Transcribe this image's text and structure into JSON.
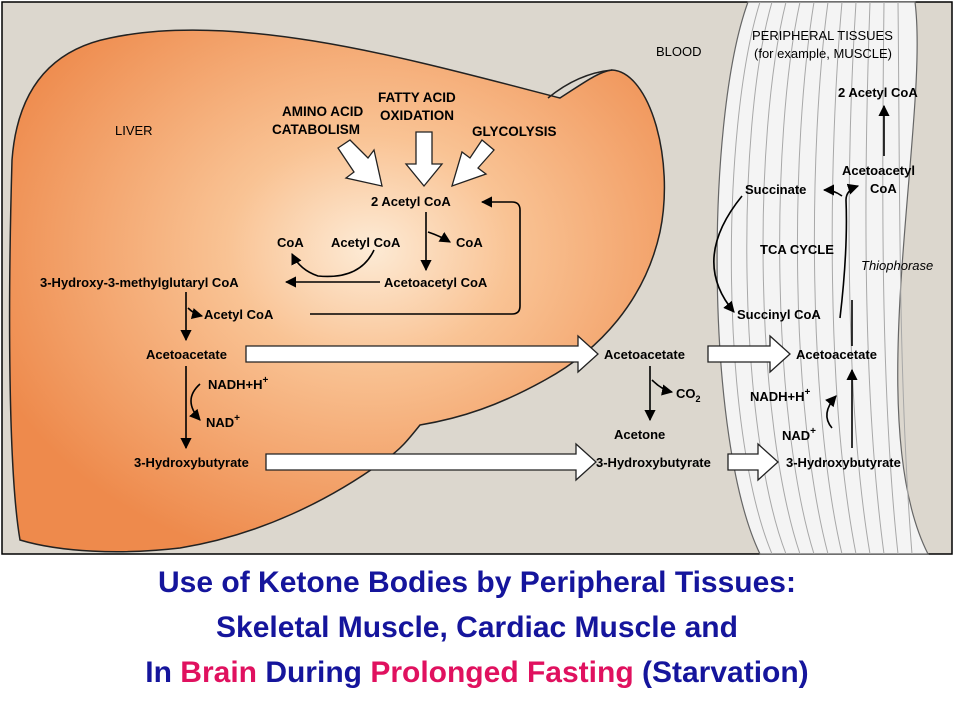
{
  "regions": {
    "liver": "LIVER",
    "blood": "BLOOD",
    "peripheral_line1": "PERIPHERAL TISSUES",
    "peripheral_line2": "(for example, MUSCLE)"
  },
  "inputs": {
    "amino_acid_line1": "AMINO ACID",
    "amino_acid_line2": "CATABOLISM",
    "fatty_acid_line1": "FATTY ACID",
    "fatty_acid_line2": "OXIDATION",
    "glycolysis": "GLYCOLYSIS"
  },
  "liver": {
    "two_acetyl_coa": "2 Acetyl CoA",
    "coa_left": "CoA",
    "acetyl_coa_in": "Acetyl CoA",
    "coa_right": "CoA",
    "acetoacetyl_coa": "Acetoacetyl CoA",
    "hmg_coa": "3-Hydroxy-3-methylglutaryl CoA",
    "acetyl_coa_out": "Acetyl CoA",
    "acetoacetate": "Acetoacetate",
    "nadh": "NADH+H",
    "nad": "NAD",
    "hydroxybutyrate": "3-Hydroxybutyrate",
    "plus": "+"
  },
  "blood": {
    "acetoacetate": "Acetoacetate",
    "co2": "CO",
    "co2_sub": "2",
    "acetone": "Acetone",
    "hydroxybutyrate": "3-Hydroxybutyrate"
  },
  "muscle": {
    "two_acetyl_coa": "2 Acetyl CoA",
    "acetoacetyl_line1": "Acetoacetyl",
    "acetoacetyl_line2": "CoA",
    "succinate": "Succinate",
    "tca_cycle": "TCA CYCLE",
    "thiophorase": "Thiophorase",
    "succinyl_coa": "Succinyl CoA",
    "acetoacetate": "Acetoacetate",
    "nadh": "NADH+H",
    "nad": "NAD",
    "hydroxybutyrate": "3-Hydroxybutyrate",
    "plus": "+"
  },
  "caption": {
    "line1": "Use of Ketone Bodies by Peripheral Tissues:",
    "line2": "Skeletal Muscle, Cardiac Muscle and",
    "line3_a": "In ",
    "line3_brain": "Brain",
    "line3_b": " During ",
    "line3_fasting": "Prolonged Fasting",
    "line3_c": " (Starvation)"
  },
  "colors": {
    "liver_fill": "#f0955a",
    "liver_highlight": "#fde6cf",
    "background": "#dcd7ce",
    "caption_text": "#15159c",
    "caption_highlight": "#e0115f"
  }
}
